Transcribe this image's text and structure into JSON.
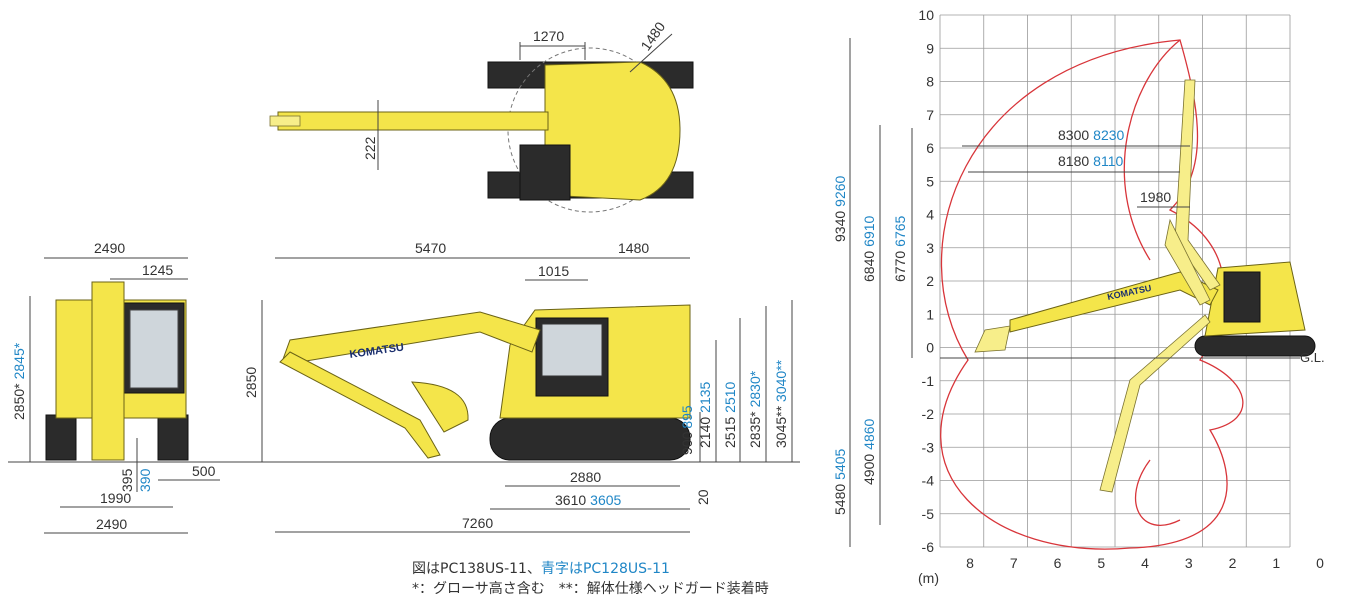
{
  "colors": {
    "machine_yellow": "#f4e54a",
    "track_dark": "#2b2b2b",
    "reach_curve": "#d8353a",
    "blue_text": "#1f86c6"
  },
  "top_view": {
    "d_1270": "1270",
    "d_1480": "1480",
    "d_222": "222"
  },
  "front_view": {
    "w_top": "2490",
    "w_half": "1245",
    "h_black": "2850*",
    "h_blue": "2845*",
    "clear_black": "395",
    "clear_blue": "390",
    "shoe": "500",
    "track_gauge": "1990",
    "w_bottom": "2490"
  },
  "side_view": {
    "d_5470": "5470",
    "d_1480": "1480",
    "d_1015": "1015",
    "h_2850": "2850",
    "h1_black": "2140",
    "h1_blue": "2135",
    "h2_black": "2515",
    "h2_blue": "2510",
    "h3_black": "2835*",
    "h3_blue": "2830*",
    "h4_black": "3045**",
    "h4_blue": "3040**",
    "t_black": "900",
    "t_blue": "895",
    "g": "20",
    "tumbler": "2880",
    "len_black": "3610",
    "len_blue": "3605",
    "overall": "7260"
  },
  "working_range": {
    "y_ticks": [
      "10",
      "9",
      "8",
      "7",
      "6",
      "5",
      "4",
      "3",
      "2",
      "1",
      "0",
      "-1",
      "-2",
      "-3",
      "-4",
      "-5",
      "-6"
    ],
    "x_ticks": [
      "8",
      "7",
      "6",
      "5",
      "4",
      "3",
      "2",
      "1",
      "0"
    ],
    "unit": "(m)",
    "ground_line": "G.L.",
    "reach_a_black": "8300",
    "reach_a_blue": "8230",
    "reach_b_black": "8180",
    "reach_b_blue": "8110",
    "offset": "1980",
    "h_max_black": "9340",
    "h_max_blue": "9260",
    "h_dump_black": "6840",
    "h_dump_blue": "6910",
    "h_dump2_black": "6770",
    "h_dump2_blue": "6765",
    "depth_black": "5480",
    "depth_blue": "5405",
    "depth2_black": "4900",
    "depth2_blue": "4860"
  },
  "footnote": {
    "line1_black": "図はPC138US-11、",
    "line1_blue": "青字はPC128US-11",
    "line2": "*：グローサ高さ含む　**：解体仕様ヘッドガード装着時"
  }
}
